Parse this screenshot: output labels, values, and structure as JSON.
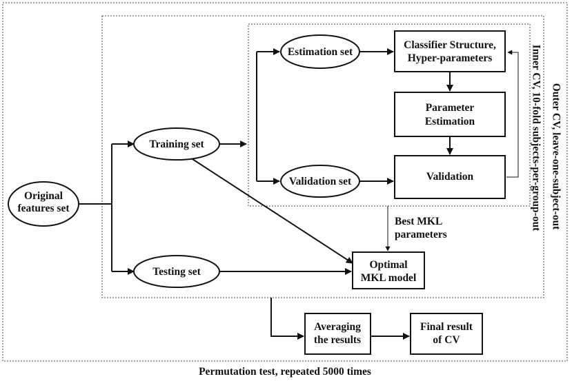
{
  "frames": {
    "outer_bottom_label": "Permutation test, repeated 5000 times",
    "outer_cv_label": "Outer CV, leave-one-subject-out",
    "inner_cv_label": "Inner CV, 10-fold subjects-per-group-out"
  },
  "nodes": {
    "original_features": [
      "Original",
      "features set"
    ],
    "training_set": "Training set",
    "testing_set": "Testing set",
    "estimation_set": "Estimation set",
    "validation_set": "Validation set",
    "classifier_structure": [
      "Classifier Structure,",
      "Hyper-parameters"
    ],
    "parameter_estimation": [
      "Parameter",
      "Estimation"
    ],
    "validation": "Validation",
    "optimal_mkl": [
      "Optimal",
      "MKL model"
    ],
    "averaging": [
      "Averaging",
      "the results"
    ],
    "final_result": [
      "Final result",
      "of CV"
    ]
  },
  "annotations": {
    "best_mkl": [
      "Best MKL",
      "parameters"
    ]
  }
}
